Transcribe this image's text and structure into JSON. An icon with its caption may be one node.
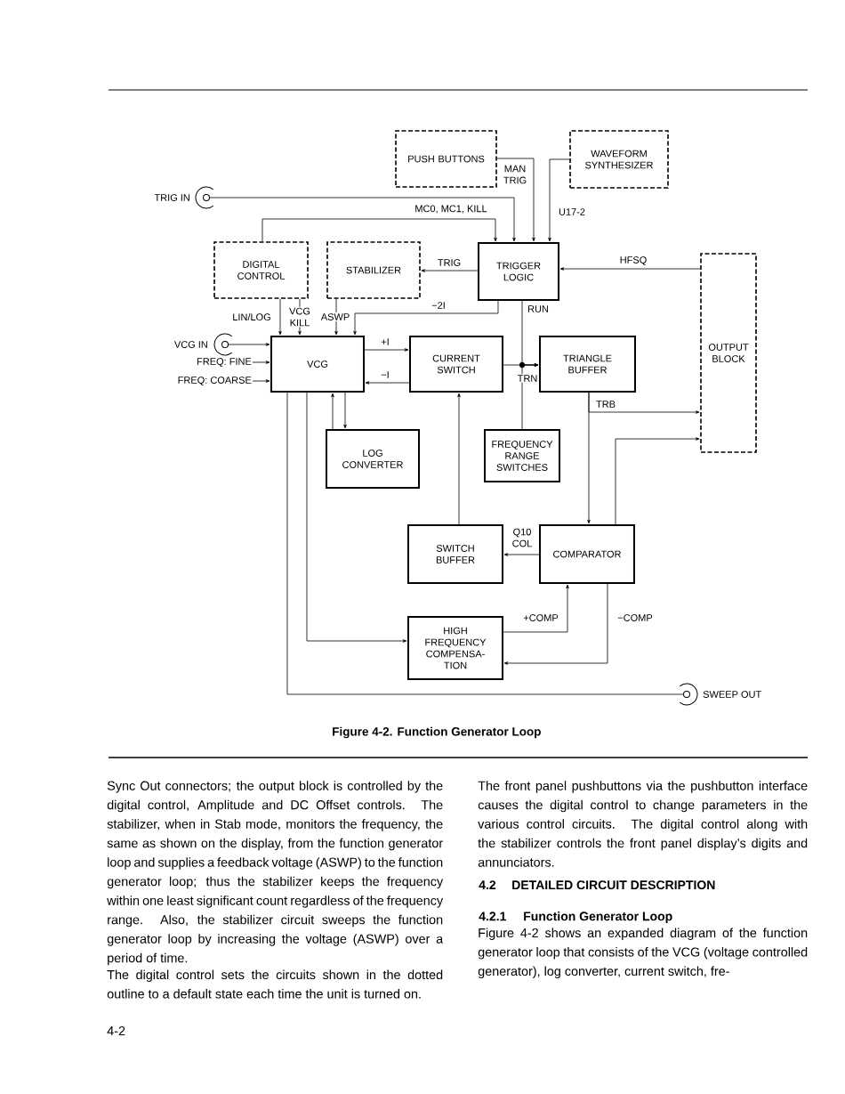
{
  "diagram": {
    "caption": "Figure 4-2. Function Generator Loop",
    "nodes": [
      {
        "text": [
          "PUSH BUTTONS"
        ]
      },
      {
        "text": [
          "WAVEFORM SYNTHESIZER"
        ]
      },
      {
        "text": [],
        "shape": "circle",
        "beside": [
          "TRIG IN"
        ]
      },
      {
        "text": [
          "DIGITAL CONTROL"
        ]
      },
      {
        "text": [
          "STABILIZER"
        ]
      },
      {
        "text": [
          "TRIGGER LOGIC"
        ]
      },
      {
        "text": [
          "OUTPUT BLOCK"
        ]
      },
      {
        "text": [],
        "shape": "circle",
        "beside": [
          "VCG IN"
        ]
      },
      {
        "text": [
          "FREQ: FINE"
        ]
      },
      {
        "text": [
          "FREQ: COARSE"
        ]
      },
      {
        "text": [
          "VCG"
        ]
      },
      {
        "text": [
          "CURRENT SWITCH"
        ]
      },
      {
        "text": [
          "TRIANGLE BUFFER"
        ]
      },
      {
        "text": [
          "LOG CONVERTER"
        ]
      },
      {
        "text": [
          "FREQUENCY RANGE SWITCHES"
        ]
      },
      {
        "text": [
          "SWITCH BUFFER"
        ]
      },
      {
        "text": [
          "COMPARATOR"
        ]
      },
      {
        "text": [
          "HIGH FREQUENCY COMPENSA- TION"
        ]
      },
      {
        "text": [],
        "shape": "circle",
        "beside": [
          "SWEEP OUT"
        ]
      }
    ],
    "edges": [
      {
        "from": 0,
        "to": 5,
        "arrow": "to",
        "label": "MAN TRIG"
      },
      {
        "from": 1,
        "to": 5,
        "arrow": "to",
        "label": "U17-2"
      },
      {
        "from": 2,
        "to": 5,
        "arrow": "to"
      },
      {
        "from": 3,
        "to": 5,
        "arrow": "to",
        "label": "MC0, MC1, KILL"
      },
      {
        "from": 5,
        "to": 4,
        "arrow": "to",
        "label": "TRIG"
      },
      {
        "from": 6,
        "to": 5,
        "arrow": "to",
        "label": "HFSQ"
      },
      {
        "from": 5,
        "to": 10,
        "arrow": "to",
        "label": "−2I"
      },
      {
        "from": 3,
        "to": 10,
        "arrow": "to",
        "label": "LIN/LOG"
      },
      {
        "from": 3,
        "to": 10,
        "arrow": "to",
        "label": "VCG KILL"
      },
      {
        "from": 4,
        "to": 10,
        "arrow": "to",
        "label": "ASWP"
      },
      {
        "from": 5,
        "to": 12,
        "arrow": "to",
        "label": "RUN"
      },
      {
        "from": 7,
        "to": 10,
        "arrow": "to"
      },
      {
        "from": 8,
        "to": 10,
        "arrow": "to"
      },
      {
        "from": 9,
        "to": 10,
        "arrow": "to"
      },
      {
        "from": 10,
        "to": 11,
        "arrow": "to",
        "label": "+I"
      },
      {
        "from": 11,
        "to": 10,
        "arrow": "to",
        "label": "−I"
      },
      {
        "from": 11,
        "to": 12,
        "arrow": "to",
        "label": "TRN"
      },
      {
        "from": 14,
        "to": 12,
        "arrow": "to"
      },
      {
        "from": 10,
        "to": 13,
        "arrow": "to"
      },
      {
        "from": 13,
        "to": 10,
        "arrow": "to"
      },
      {
        "from": 12,
        "to": 6,
        "arrow": "to",
        "label": "TRB"
      },
      {
        "from": 12,
        "to": 16,
        "arrow": "to"
      },
      {
        "from": 16,
        "to": 6,
        "arrow": "to"
      },
      {
        "from": 15,
        "to": 11,
        "arrow": "to"
      },
      {
        "from": 16,
        "to": 15,
        "arrow": "to",
        "label": "Q10 COL"
      },
      {
        "from": 10,
        "to": 17,
        "arrow": "to"
      },
      {
        "from": 17,
        "to": 16,
        "arrow": "to",
        "label": "+COMP"
      },
      {
        "from": 16,
        "to": 17,
        "arrow": "to",
        "label": "−COMP"
      },
      {
        "from": 10,
        "to": 18,
        "arrow": "none"
      }
    ],
    "labels": [
      "Sync Out connectors; the output block is controlled by the digital control, Amplitude and DC Offset controls. The stabilizer, when in Stab mode, monitors the frequency, the same as shown on the display, from the function generator loop and supplies a feedback voltage (ASWP) to the function generator loop; thus the stabilizer keeps the frequency within one least significant count regardless of the frequency range. Also, the stabilizer circuit sweeps the function generator loop by increasing the voltage (ASWP) over a period of time.",
      "The digital control sets the circuits shown in the dotted outline to a default state each time the unit is turned on.",
      "The front panel pushbuttons via the pushbutton interface causes the digital control to change parameters in the various control circuits. The digital control along with the stabilizer controls the front panel display’s digits and annunciators.",
      "4.2",
      "DETAILED CIRCUIT DESCRIPTION",
      "4.2.1",
      "Function Generator Loop",
      "Figure 4-2 shows an expanded diagram of the function generator loop that consists of the VCG (voltage controlled generator), log converter, current switch, fre-",
      "4-2"
    ]
  }
}
